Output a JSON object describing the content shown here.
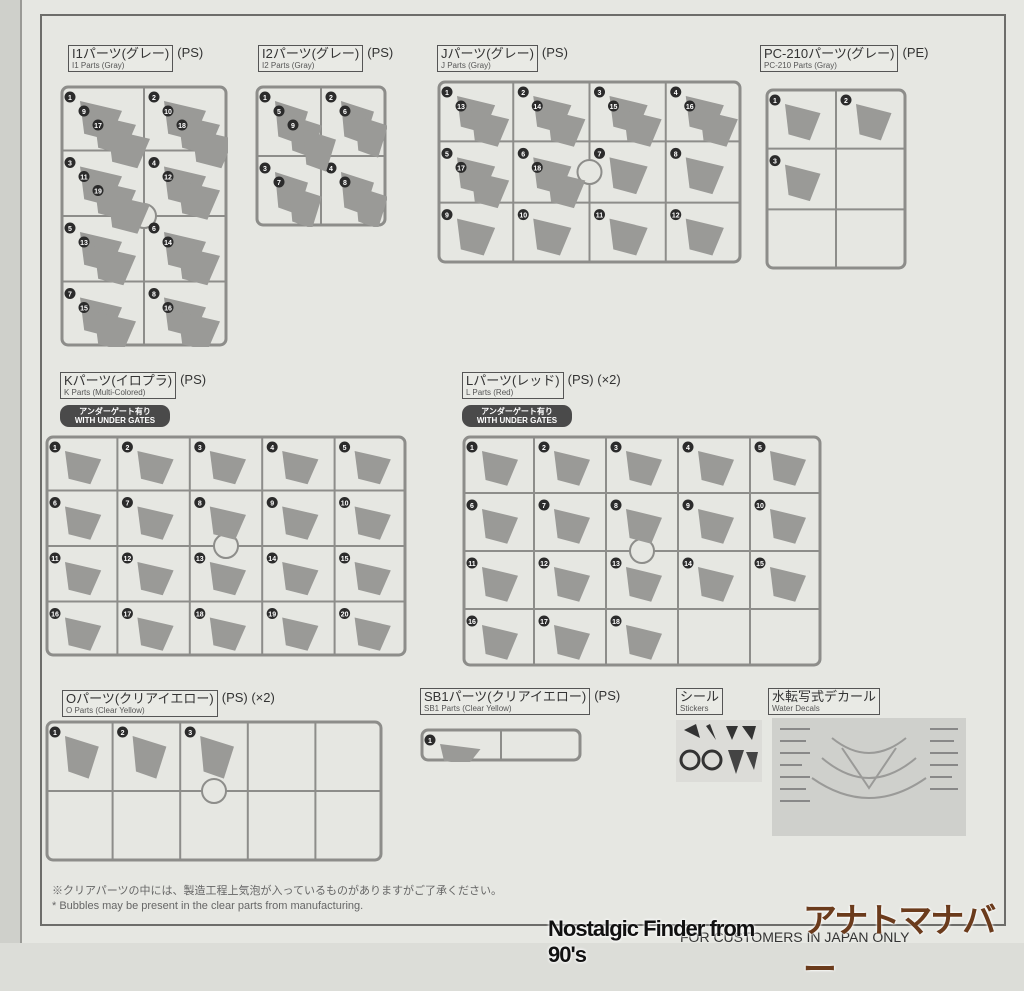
{
  "sections": {
    "i1": {
      "jp": "I1パーツ(グレー)",
      "en": "I1 Parts (Gray)",
      "suffix": "(PS)",
      "parts": [
        "1",
        "2",
        "3",
        "4",
        "5",
        "6",
        "7",
        "8",
        "9",
        "10",
        "11",
        "12",
        "13",
        "14",
        "15",
        "16",
        "17",
        "18",
        "19"
      ]
    },
    "i2": {
      "jp": "I2パーツ(グレー)",
      "en": "I2 Parts (Gray)",
      "suffix": "(PS)",
      "parts": [
        "1",
        "2",
        "3",
        "4",
        "5",
        "6",
        "7",
        "8",
        "9"
      ]
    },
    "j": {
      "jp": "Jパーツ(グレー)",
      "en": "J Parts (Gray)",
      "suffix": "(PS)",
      "parts": [
        "1",
        "2",
        "3",
        "4",
        "5",
        "6",
        "7",
        "8",
        "9",
        "10",
        "11",
        "12",
        "13",
        "14",
        "15",
        "16",
        "17",
        "18"
      ]
    },
    "pc210": {
      "jp": "PC-210パーツ(グレー)",
      "en": "PC-210 Parts (Gray)",
      "suffix": "(PE)",
      "parts": [
        "1",
        "2",
        "3"
      ]
    },
    "k": {
      "jp": "Kパーツ(イロプラ)",
      "en": "K Parts (Multi-Colored)",
      "suffix": "(PS)",
      "badge_jp": "アンダーゲート有り",
      "badge_en": "WITH UNDER GATES",
      "parts": [
        "1",
        "2",
        "3",
        "4",
        "5",
        "6",
        "7",
        "8",
        "9",
        "10",
        "11",
        "12",
        "13",
        "14",
        "15",
        "16",
        "17",
        "18",
        "19",
        "20"
      ]
    },
    "l": {
      "jp": "Lパーツ(レッド)",
      "en": "L Parts (Red)",
      "suffix": "(PS) (×2)",
      "badge_jp": "アンダーゲート有り",
      "badge_en": "WITH UNDER GATES",
      "parts": [
        "1",
        "2",
        "3",
        "4",
        "5",
        "6",
        "7",
        "8",
        "9",
        "10",
        "11",
        "12",
        "13",
        "14",
        "15",
        "16",
        "17",
        "18"
      ]
    },
    "o": {
      "jp": "Oパーツ(クリアイエロー)",
      "en": "O Parts (Clear Yellow)",
      "suffix": "(PS) (×2)",
      "parts": [
        "1",
        "2",
        "3"
      ]
    },
    "sb1": {
      "jp": "SB1パーツ(クリアイエロー)",
      "en": "SB1 Parts (Clear Yellow)",
      "suffix": "(PS)",
      "parts": [
        "1"
      ]
    },
    "stickers": {
      "jp": "シール",
      "en": "Stickers"
    },
    "decals": {
      "jp": "水転写式デカール",
      "en": "Water Decals"
    }
  },
  "note": {
    "jp": "※クリアパーツの中には、製造工程上気泡が入っているものがありますがご了承ください。",
    "en": "* Bubbles may be present in the clear parts from manufacturing."
  },
  "watermark": {
    "en": "Nostalgic Finder from 90's",
    "jp": "アナトマナバー"
  },
  "footer": "FOR CUSTOMERS IN JAPAN ONLY",
  "colors": {
    "paper": "#e6e7e2",
    "sprue": "#8d8d8a",
    "part": "#9a9a97",
    "badge": "#4a4a4a",
    "watermark": "#6b3b1c"
  }
}
